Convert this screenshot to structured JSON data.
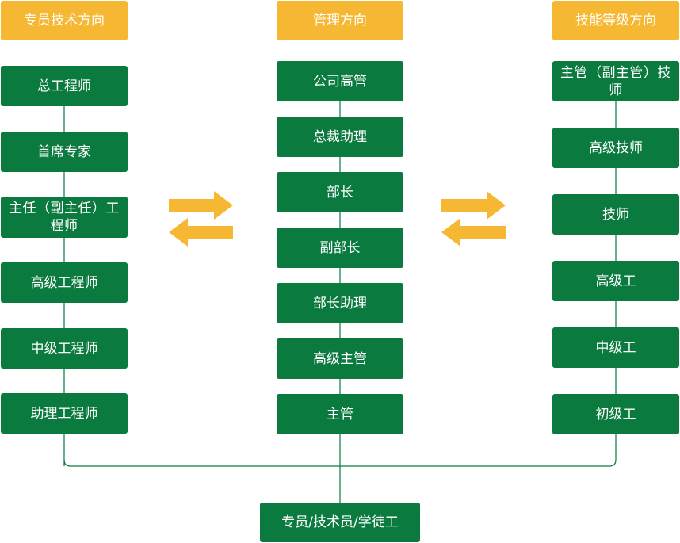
{
  "colors": {
    "header": "#F6B833",
    "node": "#0B7A3F",
    "line": "#0B7A3F",
    "arrow": "#F6B833"
  },
  "columns": {
    "left": {
      "header": "专员技术方向",
      "nodes": [
        "总工程师",
        "首席专家",
        "主任（副主任）工程师",
        "高级工程师",
        "中级工程师",
        "助理工程师"
      ]
    },
    "middle": {
      "header": "管理方向",
      "nodes": [
        "公司高管",
        "总裁助理",
        "部长",
        "副部长",
        "部长助理",
        "高级主管",
        "主管"
      ]
    },
    "right": {
      "header": "技能等级方向",
      "nodes": [
        "主管（副主管）技师",
        "高级技师",
        "技师",
        "高级工",
        "中级工",
        "初级工"
      ]
    }
  },
  "base": {
    "label": "专员/技术员/学徒工"
  }
}
